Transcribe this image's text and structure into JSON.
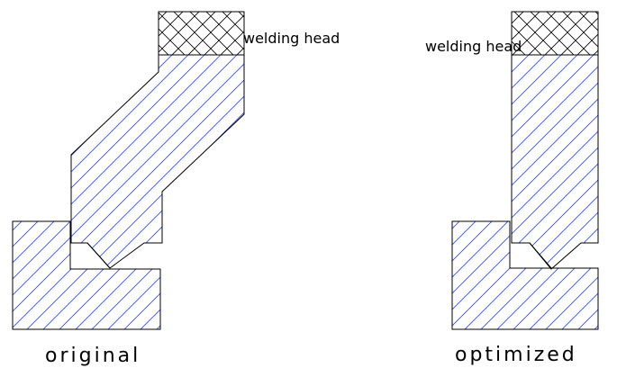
{
  "diagrams": [
    {
      "caption": "original",
      "head_label": "welding head"
    },
    {
      "caption": "optimized",
      "head_label": "welding head"
    }
  ],
  "colors": {
    "hatch_blue": "#3a4fd8",
    "outline": "#000000",
    "crosshatch": "#000000",
    "background": "#ffffff"
  }
}
